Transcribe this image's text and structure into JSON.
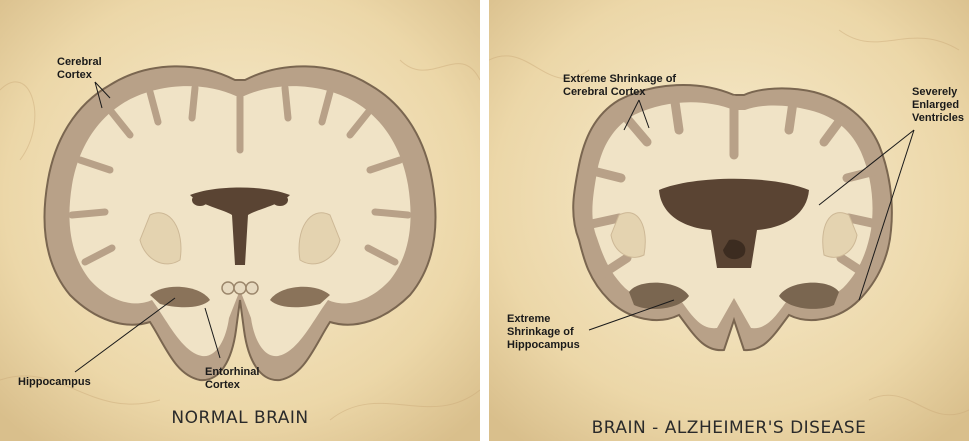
{
  "left_panel": {
    "caption": "NORMAL BRAIN",
    "labels": {
      "cortex": "Cerebral\nCortex",
      "hippocampus": "Hippocampus",
      "entorhinal": "Entorhinal\nCortex"
    }
  },
  "right_panel": {
    "caption": "BRAIN - ALZHEIMER'S DISEASE",
    "labels": {
      "cortex": "Extreme Shrinkage of\nCerebral Cortex",
      "ventricles": "Severely\nEnlarged\nVentricles",
      "hippocampus": "Extreme\nShrinkage of\nHippocampus"
    }
  },
  "colors": {
    "background": "#f2e2bd",
    "white_matter": "#f0e3c6",
    "gray_matter": "#b8a188",
    "outline": "#7a6650",
    "ventricle": "#5a4433"
  }
}
